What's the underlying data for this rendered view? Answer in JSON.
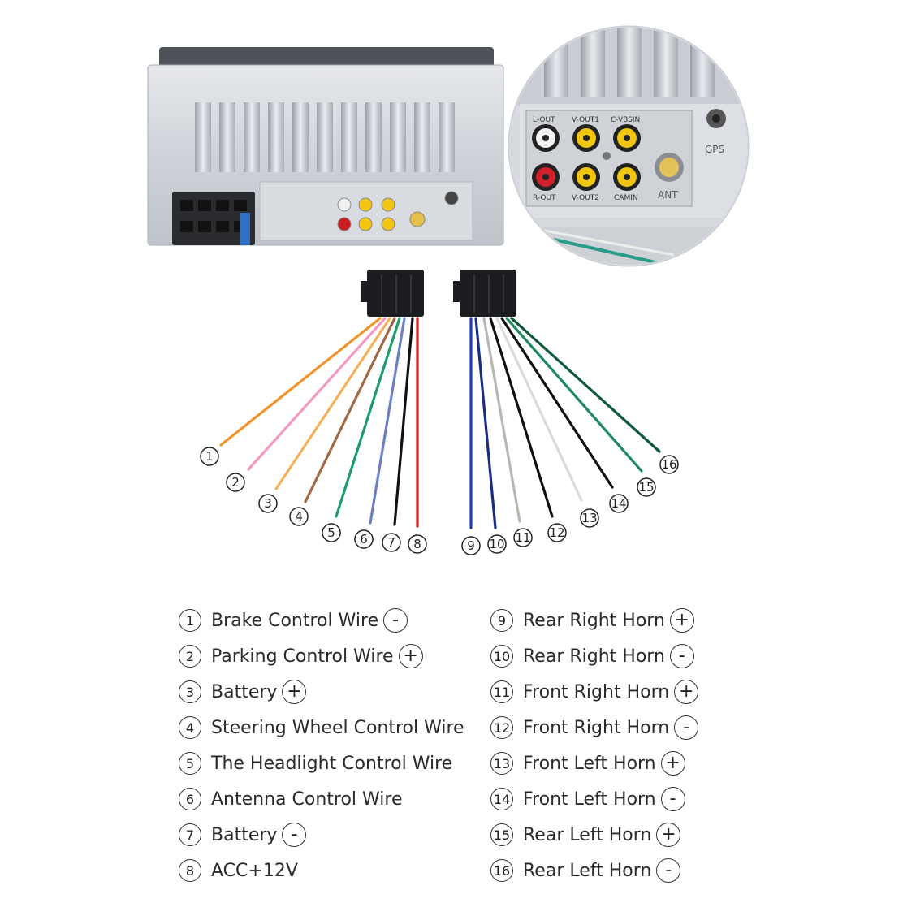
{
  "unit_labels": {
    "ports_top": [
      "L-OUT",
      "V-OUT1",
      "C-VBSIN"
    ],
    "ports_bottom": [
      "R-OUT",
      "V-OUT2",
      "CAMIN"
    ],
    "ant": "ANT",
    "gps": "GPS"
  },
  "wires": [
    {
      "num": "1",
      "color": "#f0932b"
    },
    {
      "num": "2",
      "color": "#f49ac2"
    },
    {
      "num": "3",
      "color": "#f5b25c"
    },
    {
      "num": "4",
      "color": "#a06a48"
    },
    {
      "num": "5",
      "color": "#1f9c6e"
    },
    {
      "num": "6",
      "color": "#6a7fc0"
    },
    {
      "num": "7",
      "color": "#111111"
    },
    {
      "num": "8",
      "color": "#cc1f1f"
    },
    {
      "num": "9",
      "color": "#1f3fb0"
    },
    {
      "num": "10",
      "color": "#1a2b80"
    },
    {
      "num": "11",
      "color": "#b8b8b0"
    },
    {
      "num": "12",
      "color": "#111111"
    },
    {
      "num": "13",
      "color": "#dcdcd4"
    },
    {
      "num": "14",
      "color": "#111111"
    },
    {
      "num": "15",
      "color": "#1f8a5e"
    },
    {
      "num": "16",
      "color": "#0f5a3a"
    }
  ],
  "legend_left": [
    {
      "num": "1",
      "label": "Brake Control Wire",
      "polarity": "-"
    },
    {
      "num": "2",
      "label": "Parking Control Wire",
      "polarity": "+"
    },
    {
      "num": "3",
      "label": "Battery",
      "polarity": "+"
    },
    {
      "num": "4",
      "label": "Steering Wheel Control Wire",
      "polarity": ""
    },
    {
      "num": "5",
      "label": "The Headlight Control Wire",
      "polarity": ""
    },
    {
      "num": "6",
      "label": "Antenna Control Wire",
      "polarity": ""
    },
    {
      "num": "7",
      "label": "Battery",
      "polarity": "-"
    },
    {
      "num": "8",
      "label": "ACC+12V",
      "polarity": ""
    }
  ],
  "legend_right": [
    {
      "num": "9",
      "label": "Rear Right Horn",
      "polarity": "+"
    },
    {
      "num": "10",
      "label": "Rear Right Horn",
      "polarity": "-"
    },
    {
      "num": "11",
      "label": "Front Right Horn",
      "polarity": "+"
    },
    {
      "num": "12",
      "label": "Front Right Horn",
      "polarity": "-"
    },
    {
      "num": "13",
      "label": "Front Left Horn",
      "polarity": "+"
    },
    {
      "num": "14",
      "label": "Front Left Horn",
      "polarity": "-"
    },
    {
      "num": "15",
      "label": "Rear Left Horn",
      "polarity": "+"
    },
    {
      "num": "16",
      "label": "Rear Left Horn",
      "polarity": "-"
    }
  ]
}
